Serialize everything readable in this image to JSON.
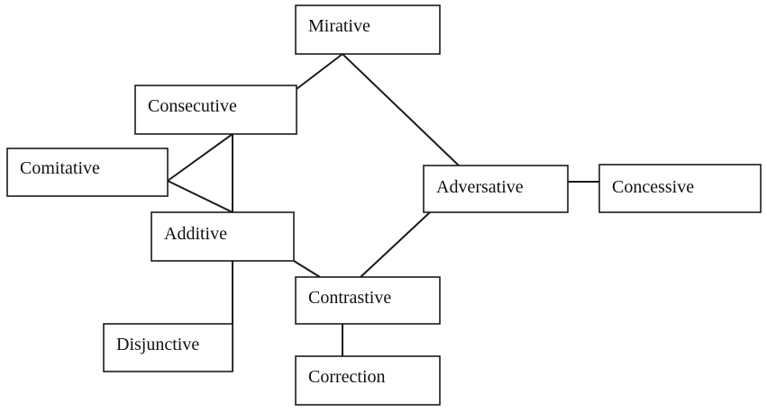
{
  "nodes": {
    "mirative": "Mirative",
    "consecutive": "Consecutive",
    "comitative": "Comitative",
    "additive": "Additive",
    "adversative": "Adversative",
    "concessive": "Concessive",
    "contrastive": "Contrastive",
    "disjunctive": "Disjunctive",
    "correction": "Correction"
  },
  "colors": {
    "line": "#1a1a1a",
    "box_border": "#1a1a1a",
    "text": "#111111",
    "background": "#ffffff"
  }
}
